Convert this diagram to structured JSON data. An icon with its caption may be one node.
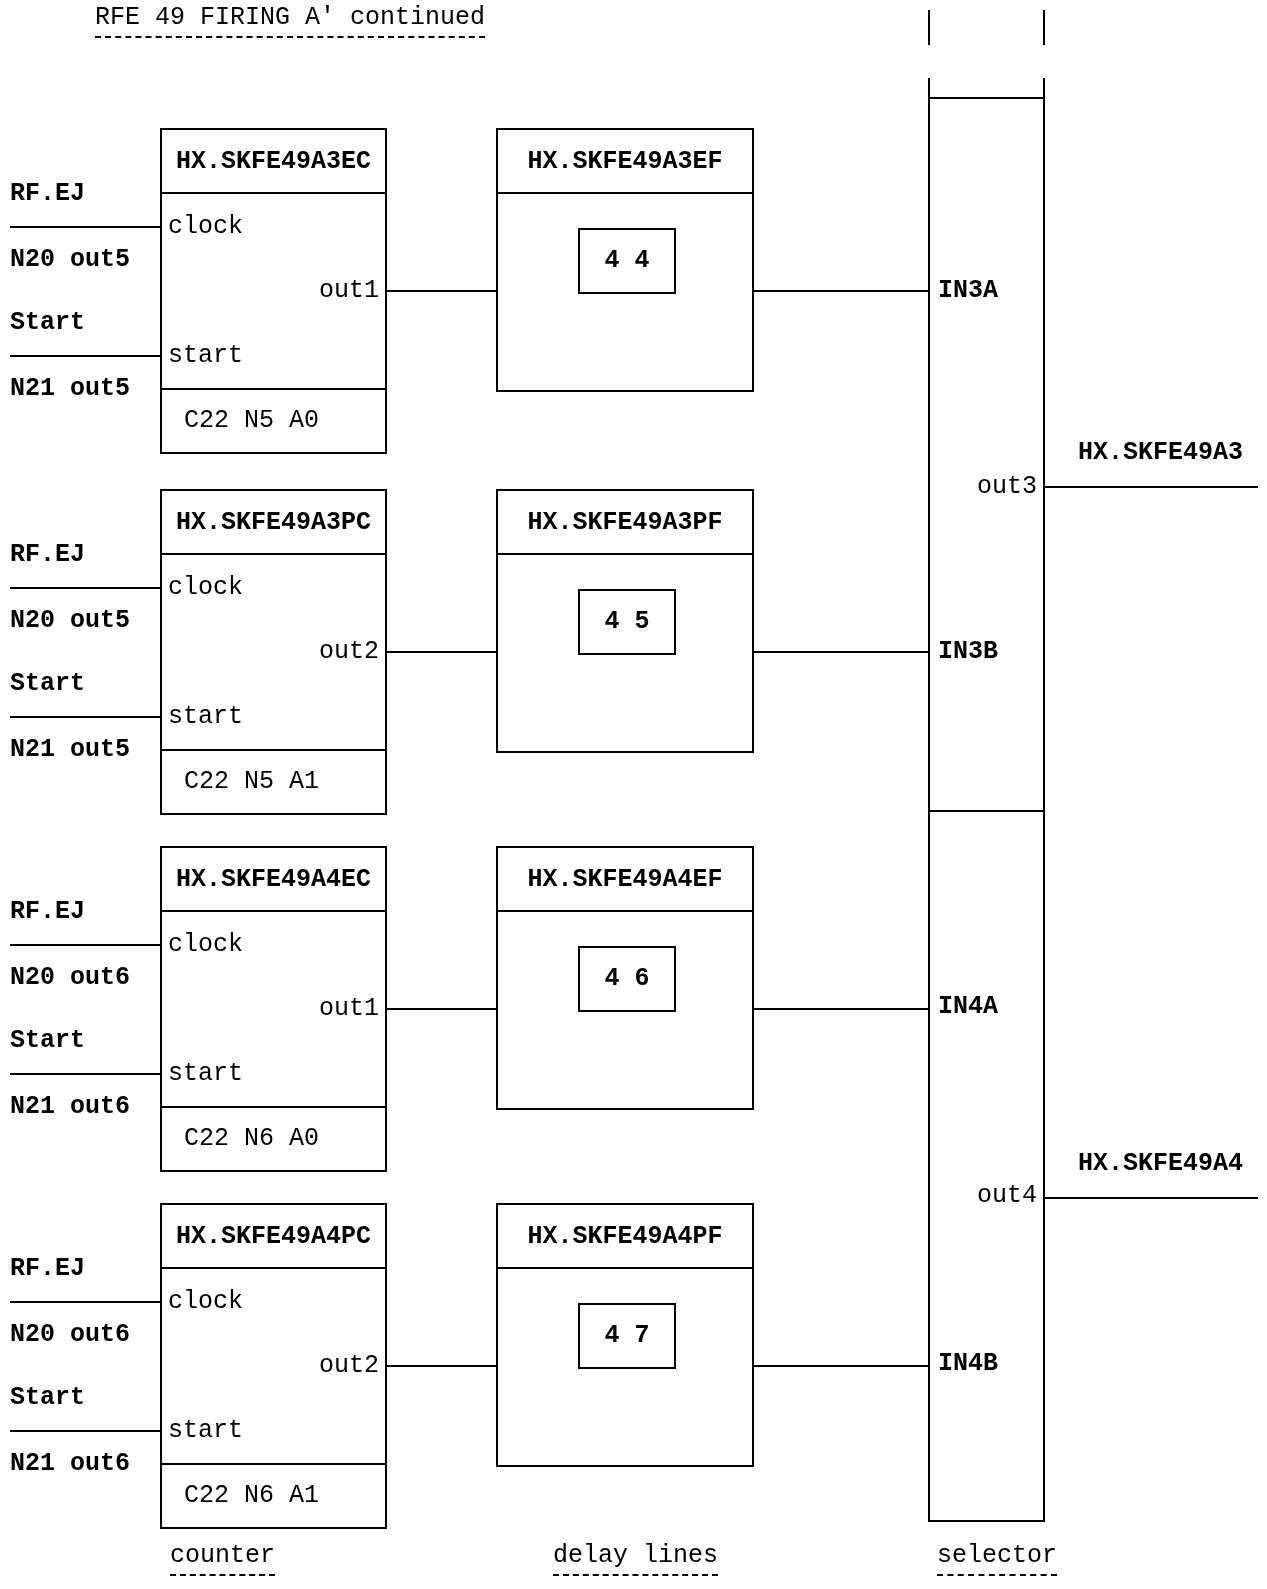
{
  "diagram": {
    "title": "RFE 49 FIRING A' continued",
    "nodes": [
      {
        "text": [
          "RF.EJ",
          "N20 out5"
        ]
      },
      {
        "text": [
          "Start",
          "N21 out5"
        ]
      },
      {
        "text": [
          "HX.SKFE49A3EC",
          "clock",
          "start",
          "out1",
          "C22 N5 A0"
        ]
      },
      {
        "text": [
          "HX.SKFE49A3EF"
        ]
      },
      {
        "text": [
          "4 4"
        ],
        "in": 3
      },
      {
        "text": [
          "RF.EJ",
          "N20 out5"
        ]
      },
      {
        "text": [
          "Start",
          "N21 out5"
        ]
      },
      {
        "text": [
          "HX.SKFE49A3PC",
          "clock",
          "start",
          "out2",
          "C22 N5 A1"
        ]
      },
      {
        "text": [
          "HX.SKFE49A3PF"
        ]
      },
      {
        "text": [
          "4 5"
        ],
        "in": 8
      },
      {
        "text": [
          "RF.EJ",
          "N20 out6"
        ]
      },
      {
        "text": [
          "Start",
          "N21 out6"
        ]
      },
      {
        "text": [
          "HX.SKFE49A4EC",
          "clock",
          "start",
          "out1",
          "C22 N6 A0"
        ]
      },
      {
        "text": [
          "HX.SKFE49A4EF"
        ]
      },
      {
        "text": [
          "4 6"
        ],
        "in": 13
      },
      {
        "text": [
          "RF.EJ",
          "N20 out6"
        ]
      },
      {
        "text": [
          "Start",
          "N21 out6"
        ]
      },
      {
        "text": [
          "HX.SKFE49A4PC",
          "clock",
          "start",
          "out2",
          "C22 N6 A1"
        ]
      },
      {
        "text": [
          "HX.SKFE49A4PF"
        ]
      },
      {
        "text": [
          "4 7"
        ],
        "in": 18
      },
      {
        "text": [
          "IN3A",
          "out3",
          "IN3B"
        ]
      },
      {
        "text": [
          "HX.SKFE49A3"
        ]
      },
      {
        "text": [
          "IN4A",
          "out4",
          "IN4B"
        ]
      },
      {
        "text": [
          "HX.SKFE49A4"
        ]
      }
    ],
    "edges": [
      {
        "from": 0,
        "to": 2,
        "arrow": "none"
      },
      {
        "from": 1,
        "to": 2,
        "arrow": "none"
      },
      {
        "from": 2,
        "to": 3,
        "arrow": "none"
      },
      {
        "from": 3,
        "to": 20,
        "arrow": "none"
      },
      {
        "from": 5,
        "to": 7,
        "arrow": "none"
      },
      {
        "from": 6,
        "to": 7,
        "arrow": "none"
      },
      {
        "from": 7,
        "to": 8,
        "arrow": "none"
      },
      {
        "from": 8,
        "to": 20,
        "arrow": "none"
      },
      {
        "from": 10,
        "to": 12,
        "arrow": "none"
      },
      {
        "from": 11,
        "to": 12,
        "arrow": "none"
      },
      {
        "from": 12,
        "to": 13,
        "arrow": "none"
      },
      {
        "from": 13,
        "to": 22,
        "arrow": "none"
      },
      {
        "from": 15,
        "to": 17,
        "arrow": "none"
      },
      {
        "from": 16,
        "to": 17,
        "arrow": "none"
      },
      {
        "from": 17,
        "to": 18,
        "arrow": "none"
      },
      {
        "from": 18,
        "to": 22,
        "arrow": "none"
      },
      {
        "from": 20,
        "to": 21,
        "arrow": "none"
      },
      {
        "from": 22,
        "to": 23,
        "arrow": "none"
      }
    ],
    "labels": [
      "counter",
      "delay lines",
      "selector"
    ]
  }
}
